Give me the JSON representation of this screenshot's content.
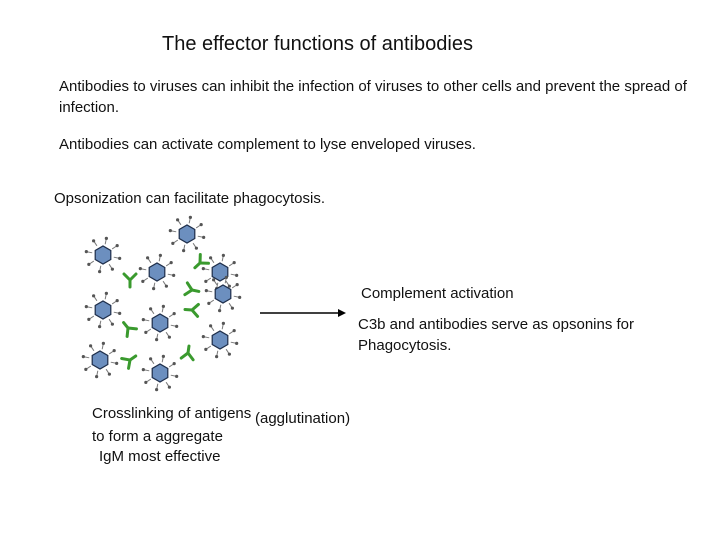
{
  "slide": {
    "title": "The effector functions of antibodies",
    "paragraph_1": "Antibodies to viruses can inhibit the infection of viruses to other cells and prevent the spread of infection.",
    "paragraph_2": "Antibodies can activate complement to lyse enveloped viruses.",
    "paragraph_3": "Opsonization can facilitate phagocytosis."
  },
  "diagram": {
    "virus_color": "#6c8fbf",
    "antibody_color": "#3a9a2e",
    "spike_color": "#7a7a7a",
    "arrow_color": "#000000",
    "complement_label": "Complement activation",
    "opsonin_label": "C3b and antibodies serve as opsonins for Phagocytosis.",
    "crosslink_line_1": "Crosslinking of antigens",
    "agglutination_label": "(agglutination)",
    "crosslink_line_2": "to form a aggregate",
    "igm_label": "IgM most effective"
  }
}
